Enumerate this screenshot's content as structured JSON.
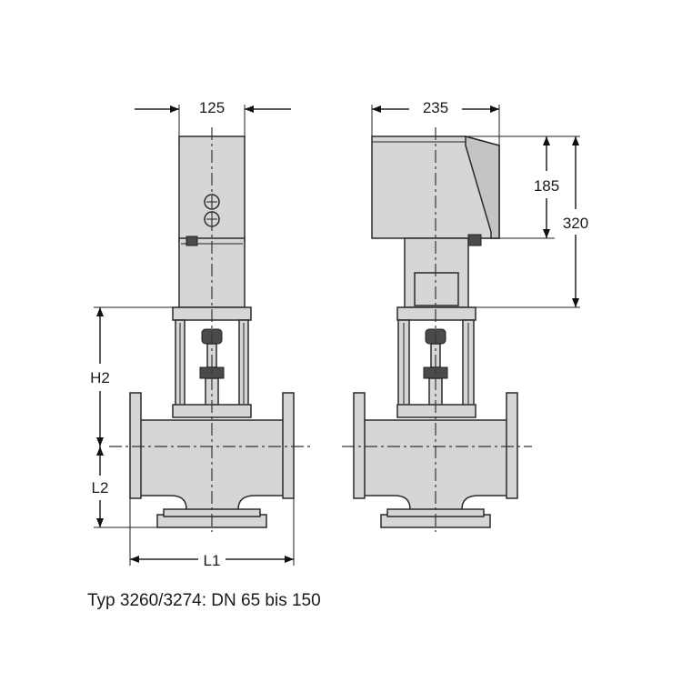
{
  "dimensions": {
    "front_width": "125",
    "side_width": "235",
    "actuator_height": "185",
    "total_actuator_height": "320",
    "h2": "H2",
    "l2": "L2",
    "l1": "L1"
  },
  "caption": "Typ 3260/3274: DN 65 bis 150",
  "colors": {
    "body": "#d6d6d6",
    "outline": "#2a2a2a"
  }
}
